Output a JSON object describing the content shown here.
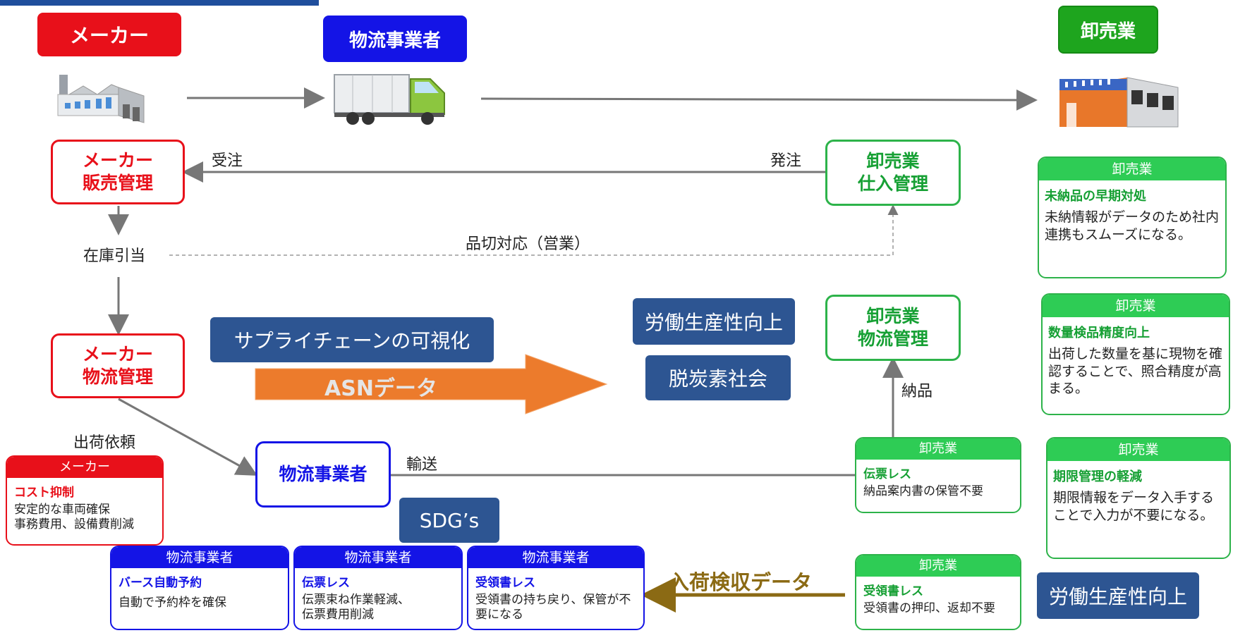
{
  "actors": {
    "maker": "メーカー",
    "logistics": "物流事業者",
    "wholesale": "卸売業"
  },
  "systems": {
    "maker_sales": [
      "メーカー",
      "販売管理"
    ],
    "maker_logistics": [
      "メーカー",
      "物流管理"
    ],
    "wholesale_purchase": [
      "卸売業",
      "仕入管理"
    ],
    "wholesale_logistics": [
      "卸売業",
      "物流管理"
    ],
    "logistics_operator": "物流事業者"
  },
  "flow_labels": {
    "order_received": "受注",
    "order_placed": "発注",
    "stock_allocation": "在庫引当",
    "stockout": "品切対応（営業）",
    "ship_request": "出荷依頼",
    "transport": "輸送",
    "delivery": "納品",
    "asn": "ASNデータ",
    "receiving_data": "入荷検収データ"
  },
  "benefits": {
    "supply_chain": "サプライチェーンの可視化",
    "productivity": "労働生産性向上",
    "decarbon": "脱炭素社会",
    "sdgs": "SDG’s",
    "productivity2": "労働生産性向上"
  },
  "cards": {
    "w1": {
      "header": "卸売業",
      "title": "未納品の早期対処",
      "body": "未納情報がデータのため社内連携もスムーズになる。"
    },
    "w2": {
      "header": "卸売業",
      "title": "数量検品精度向上",
      "body": "出荷した数量を基に現物を確認することで、照合精度が高まる。"
    },
    "w3": {
      "header": "卸売業",
      "title": "期限管理の軽減",
      "body": "期限情報をデータ入手することで入力が不要になる。"
    },
    "w4": {
      "header": "卸売業",
      "title": "伝票レス",
      "body": "納品案内書の保管不要"
    },
    "w5": {
      "header": "卸売業",
      "title": "受領書レス",
      "body": "受領書の押印、返却不要"
    },
    "m1": {
      "header": "メーカー",
      "title": "コスト抑制",
      "lines": [
        "安定的な車両確保",
        "事務費用、設備費削減"
      ]
    },
    "l1": {
      "header": "物流事業者",
      "title": "バース自動予約",
      "body": "自動で予約枠を確保"
    },
    "l2": {
      "header": "物流事業者",
      "title": "伝票レス",
      "lines": [
        "伝票束ね作業軽減、",
        "伝票費用削減"
      ]
    },
    "l3": {
      "header": "物流事業者",
      "title": "受領書レス",
      "body": "受領書の持ち戻り、保管が不要になる"
    }
  },
  "colors": {
    "maker": "#e8101a",
    "logistics": "#1414e6",
    "wholesale": "#16a034",
    "navy": "#2d5592",
    "asn": "#ec7b2c",
    "receiving": "#8b6a14"
  },
  "icons": {
    "factory": "factory-icon",
    "truck": "truck-icon",
    "warehouse": "warehouse-icon"
  }
}
